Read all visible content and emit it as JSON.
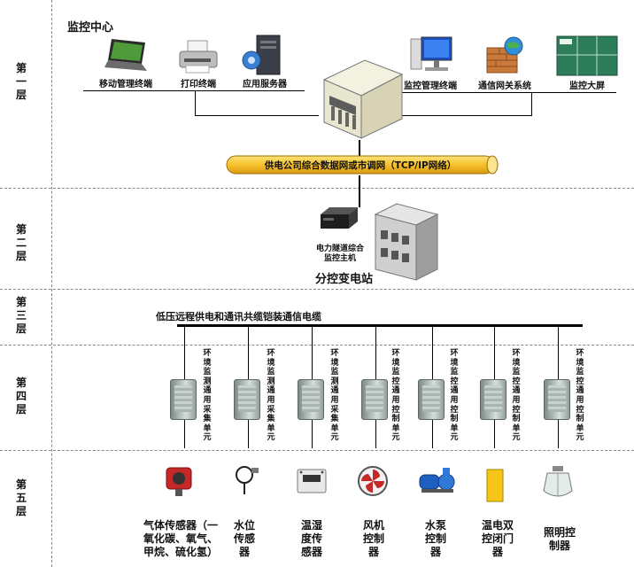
{
  "layers": {
    "l1": [
      "第",
      "一",
      "层"
    ],
    "l2": [
      "第",
      "二",
      "层"
    ],
    "l3": [
      "第",
      "三",
      "层"
    ],
    "l4": [
      "第",
      "四",
      "层"
    ],
    "l5": [
      "第",
      "五",
      "层"
    ]
  },
  "monitoring_center": "监控中心",
  "top_nodes": {
    "mobile_terminal": "移动管理终端",
    "print_terminal": "打印终端",
    "app_server": "应用服务器",
    "monitor_terminal": "监控管理终端",
    "gateway_system": "通信网关系统",
    "big_screen": "监控大屏"
  },
  "network_pipe": "供电公司综合数据网或市调网（TCP/IP网络）",
  "substation": {
    "host_label_line1": "电力隧道综合",
    "host_label_line2": "监控主机",
    "name": "分控变电站"
  },
  "cable_label": "低压远程供电和通讯共缆铠装通信电缆",
  "units": [
    "环境监测通用采集单元",
    "环境监测通用采集单元",
    "环境监测通用采集单元",
    "环境监控通用控制单元",
    "环境监控通用控制单元",
    "环境监控通用控制单元",
    "环境监控通用控制单元"
  ],
  "devices": [
    [
      "气体传感器（一",
      "氧化碳、氧气、",
      "甲烷、硫化氢）"
    ],
    [
      "水位",
      "传感",
      "器"
    ],
    [
      "温湿",
      "度传",
      "感器"
    ],
    [
      "风机",
      "控制",
      "器"
    ],
    [
      "水泵",
      "控制",
      "器"
    ],
    [
      "温电双",
      "控闭门",
      "器"
    ],
    [
      "照明控",
      "制器"
    ]
  ],
  "colors": {
    "pipe": "#f6c22a",
    "building": "#e9e6cf",
    "screen_green": "#2e7d5a"
  }
}
